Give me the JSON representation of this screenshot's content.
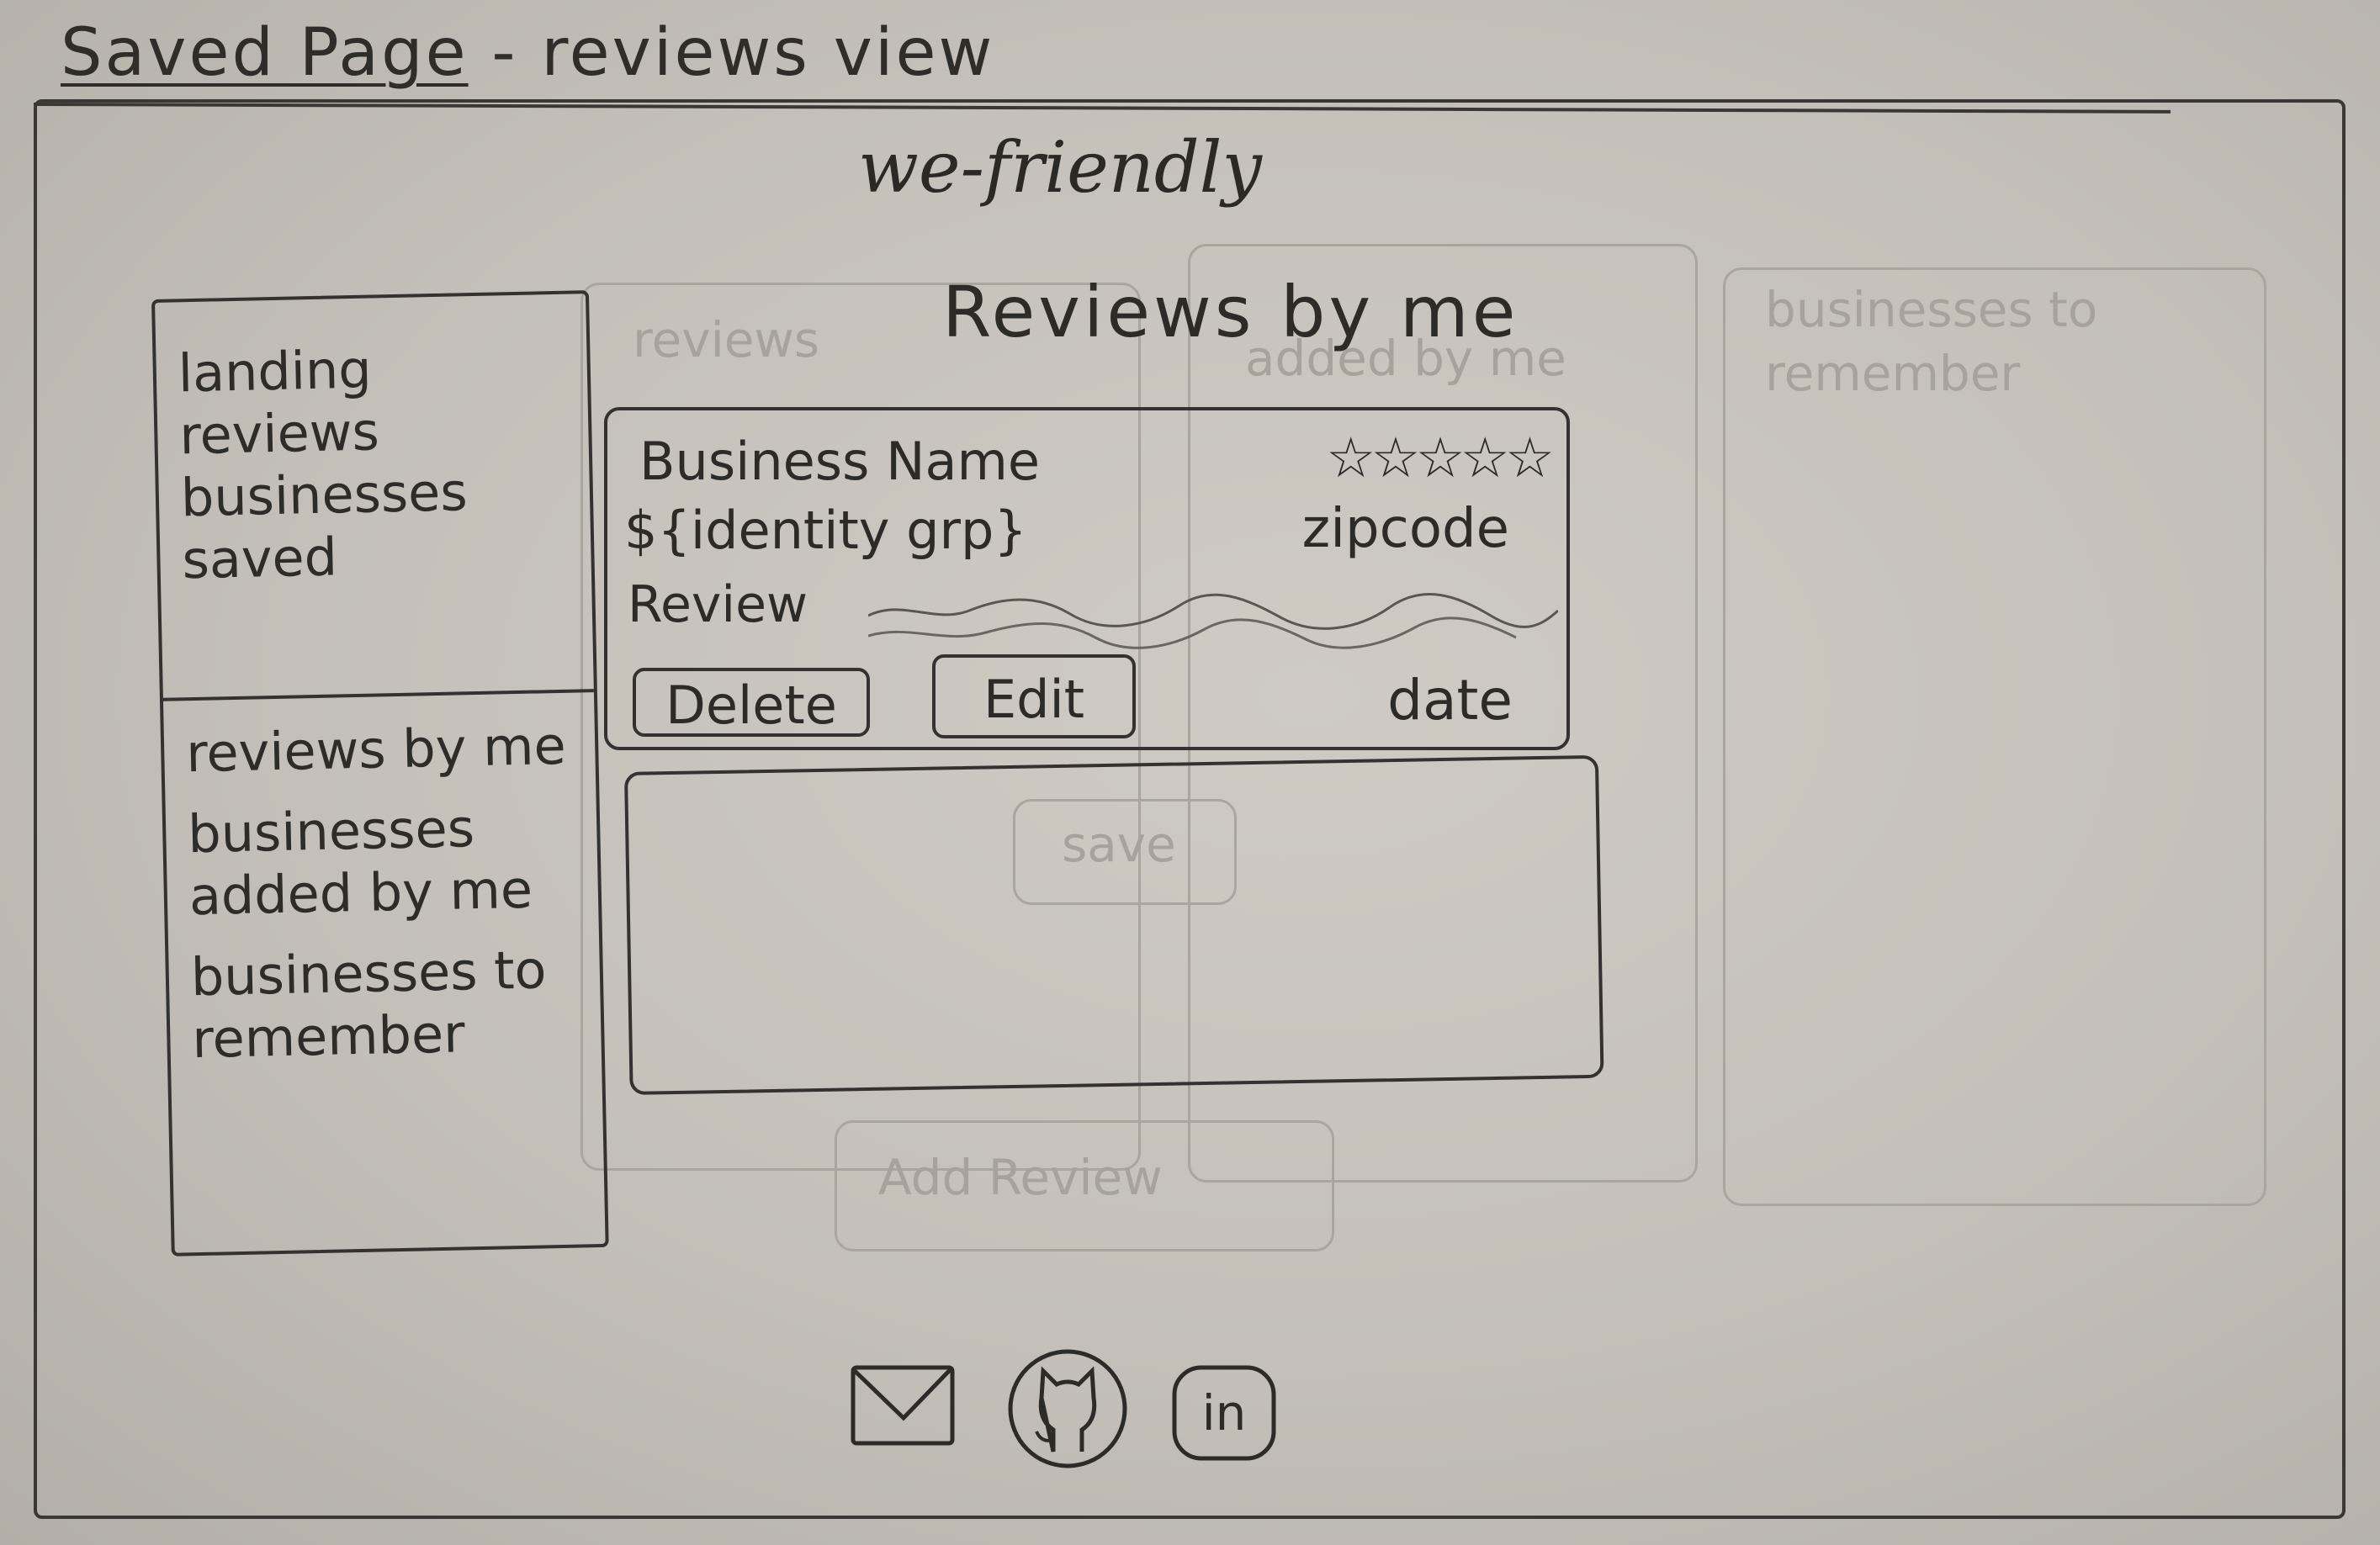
{
  "sheet": {
    "title_underlined": "Saved Page",
    "title_rest": "- reviews view"
  },
  "brand": {
    "name": "we-friendly"
  },
  "sidebar": {
    "primary_nav": [
      "landing",
      "reviews",
      "businesses",
      "saved"
    ],
    "sub_nav": [
      "reviews by me",
      "businesses added by me",
      "businesses to remember"
    ]
  },
  "main": {
    "section_title": "Reviews by me",
    "review_card": {
      "business_name": "Business Name",
      "identity_group": "${identity grp}",
      "rating_stars": "☆☆☆☆☆",
      "zipcode": "zipcode",
      "review_label": "Review",
      "delete_label": "Delete",
      "edit_label": "Edit",
      "date": "date"
    }
  },
  "footer": {
    "icons": [
      "mail-icon",
      "github-icon",
      "linkedin-icon"
    ],
    "linkedin_text": "in"
  },
  "ghost_sketch": {
    "reviews_tab": "reviews",
    "added_by_me": "added by me",
    "businesses_to_remember": "businesses to remember",
    "save_button": "save",
    "add_review_button": "Add Review"
  }
}
